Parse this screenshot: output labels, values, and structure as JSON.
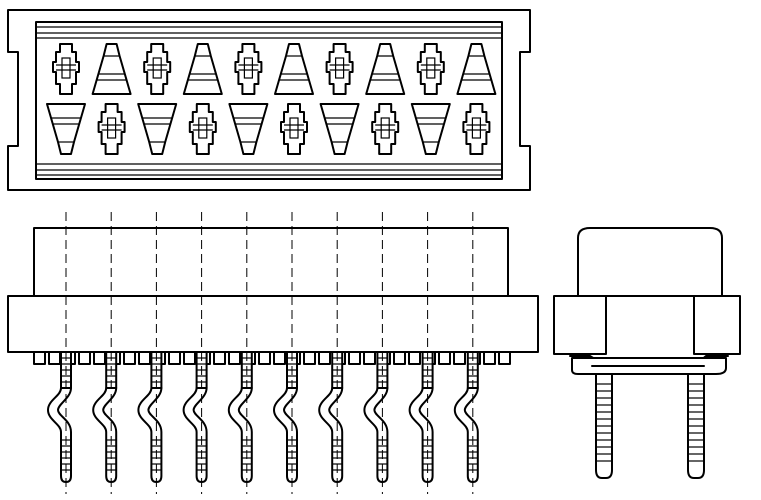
{
  "drawing": {
    "views": [
      "top-view",
      "front-view",
      "side-view"
    ],
    "pin_count": 20,
    "pins_per_row": 10,
    "rows": 2,
    "line_color": "#000000",
    "background_color": "#ffffff"
  }
}
